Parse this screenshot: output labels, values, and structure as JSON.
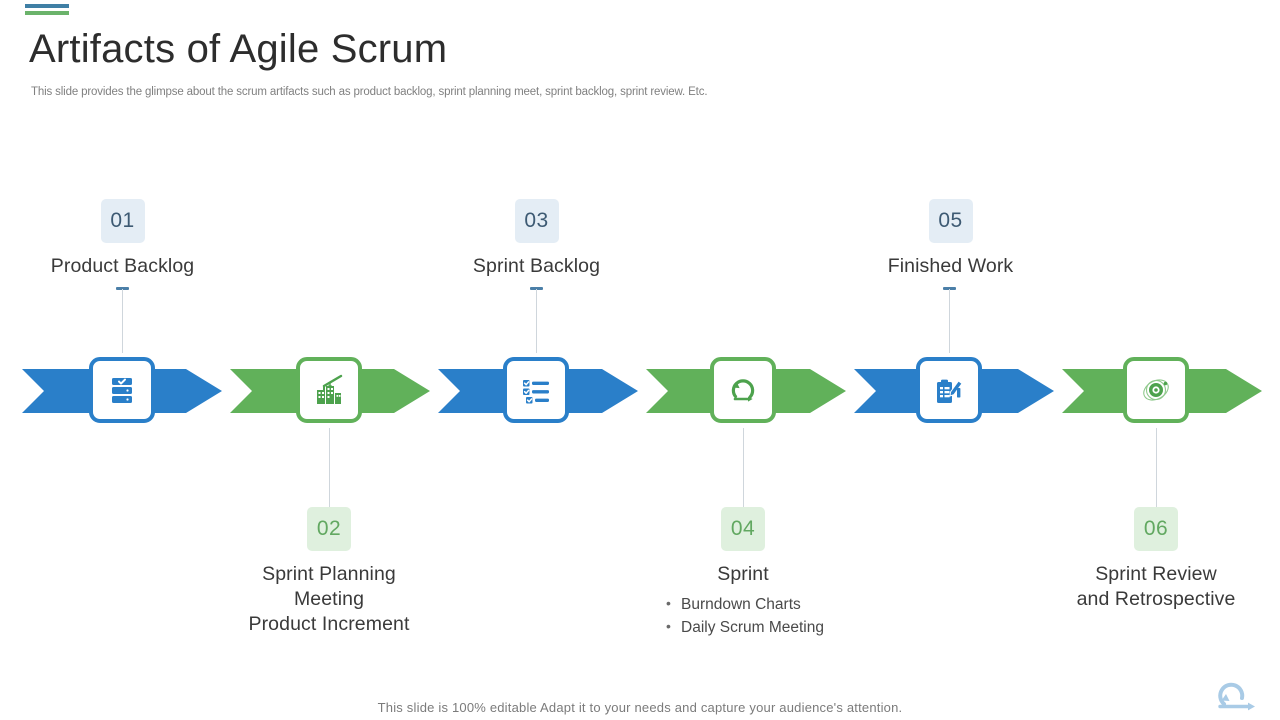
{
  "header": {
    "title": "Artifacts of Agile Scrum",
    "subtitle": "This slide provides the glimpse about the scrum artifacts such as product backlog, sprint planning meet, sprint backlog, sprint review. Etc.",
    "accent_bar_top_color": "#3f7fa5",
    "accent_bar_bottom_color": "#6bb36b"
  },
  "colors": {
    "blue": "#2a7fc9",
    "green": "#61b15a",
    "badge_blue_bg": "#e4edf5",
    "badge_blue_text": "#3d5a73",
    "badge_green_bg": "#dff0de",
    "badge_green_text": "#62a861",
    "title_text": "#2d2d2d",
    "subtitle_text": "#808080",
    "footer_text": "#7b7b7b",
    "stem_line": "#cfd6dc"
  },
  "steps": [
    {
      "number": "01",
      "label": "Product Backlog",
      "accent": "blue",
      "position": "above",
      "icon": "server-checklist-icon",
      "bullets": []
    },
    {
      "number": "02",
      "label": "Sprint Planning\nMeeting\nProduct Increment",
      "accent": "green",
      "position": "below",
      "icon": "construction-crane-icon",
      "bullets": []
    },
    {
      "number": "03",
      "label": "Sprint Backlog",
      "accent": "blue",
      "position": "above",
      "icon": "checklist-icon",
      "bullets": []
    },
    {
      "number": "04",
      "label": "Sprint",
      "accent": "green",
      "position": "below",
      "icon": "circular-arrow-icon",
      "bullets": [
        "Burndown Charts",
        "Daily Scrum Meeting"
      ]
    },
    {
      "number": "05",
      "label": "Finished Work",
      "accent": "blue",
      "position": "above",
      "icon": "clipboard-pen-icon",
      "bullets": []
    },
    {
      "number": "06",
      "label": "Sprint Review\nand Retrospective",
      "accent": "green",
      "position": "below",
      "icon": "target-orbit-icon",
      "bullets": []
    }
  ],
  "footer": {
    "note": "This slide is 100% editable Adapt it to your needs and capture your audience's attention.",
    "logo": "agile-loop-logo"
  }
}
